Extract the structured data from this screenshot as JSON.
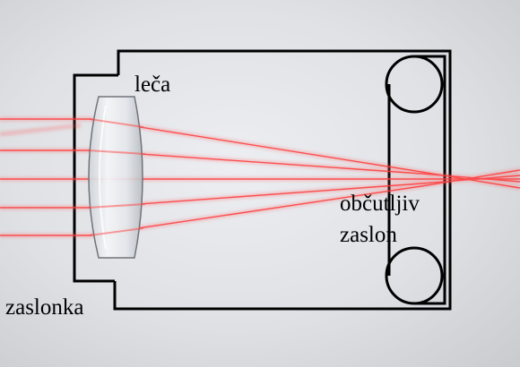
{
  "labels": {
    "lens": "leča",
    "sensitive_screen_line1": "občutljiv",
    "sensitive_screen_line2": "zaslon",
    "aperture": "zaslonka"
  },
  "colors": {
    "laser": "#ff3a3a",
    "outline": "#000000",
    "background": "#dfe1e5"
  }
}
